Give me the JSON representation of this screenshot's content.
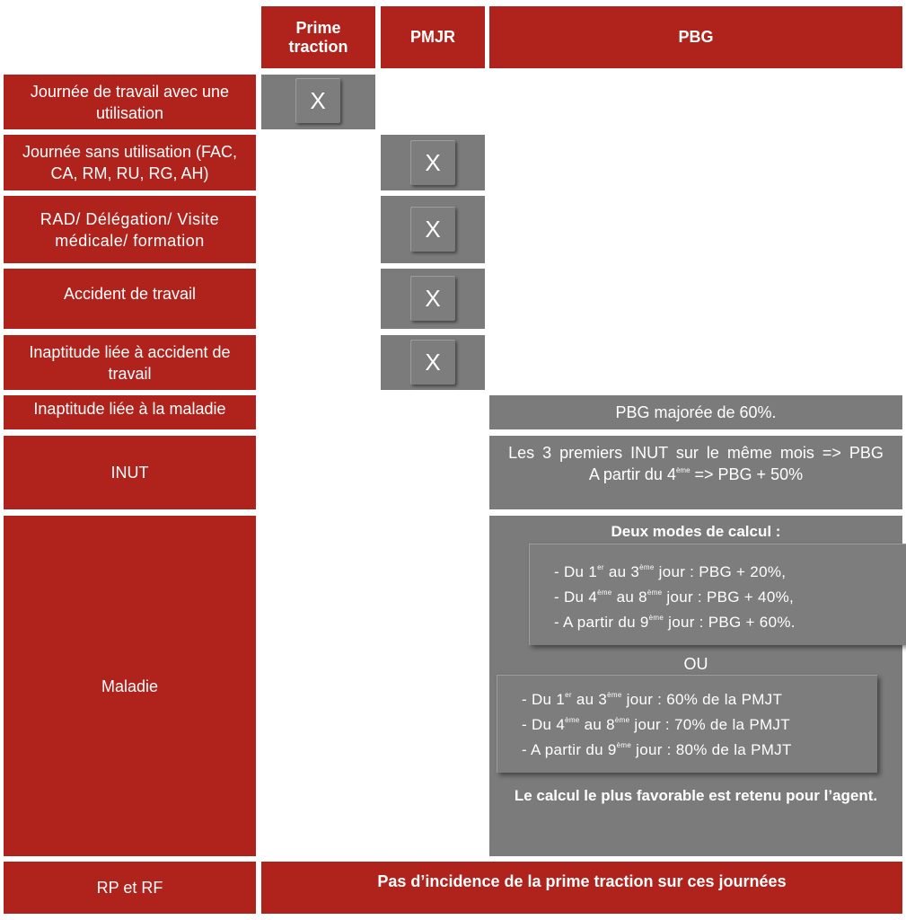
{
  "headers": {
    "prime_traction": "Prime traction",
    "pmjr": "PMJR",
    "pbg": "PBG"
  },
  "rows": [
    {
      "label": "Journée de travail avec une utilisation",
      "mark": "X"
    },
    {
      "label": "Journée sans utilisation (FAC, CA, RM, RU, RG, AH)",
      "mark": "X"
    },
    {
      "label": "RAD/ Délégation/ Visite médicale/ formation",
      "mark": "X"
    },
    {
      "label": "Accident de travail",
      "mark": "X"
    },
    {
      "label": "Inaptitude liée à accident de travail",
      "mark": "X"
    },
    {
      "label": "Inaptitude liée à la maladie",
      "pbg": "PBG majorée de 60%."
    },
    {
      "label": "INUT",
      "pbg_line1": "Les 3 premiers INUT sur le même mois => PBG",
      "pbg_line2_pre": "A partir du 4",
      "pbg_line2_sup": "ème",
      "pbg_line2_post": " => PBG + 50%"
    },
    {
      "label": "Maladie"
    },
    {
      "label": "RP et RF",
      "span_text": "Pas d’incidence de la prime traction sur ces journées"
    }
  ],
  "maladie": {
    "title": "Deux modes de calcul :",
    "mode1": [
      {
        "pre": "- Du 1",
        "sup1": "er",
        "mid": " au 3",
        "sup2": "ème",
        "post": " jour : PBG + 20%,"
      },
      {
        "pre": "- Du 4",
        "sup1": "ème",
        "mid": " au 8",
        "sup2": "ème",
        "post": " jour : PBG + 40%,"
      },
      {
        "pre": "- A partir du 9",
        "sup1": "ème",
        "post": " jour : PBG + 60%."
      }
    ],
    "or": "OU",
    "mode2": [
      {
        "pre": "- Du 1",
        "sup1": "er",
        "mid": " au 3",
        "sup2": "ème",
        "post": " jour : 60% de la PMJT"
      },
      {
        "pre": "- Du 4",
        "sup1": "ème",
        "mid": " au 8",
        "sup2": "ème",
        "post": " jour : 70% de la PMJT"
      },
      {
        "pre": "- A partir du 9",
        "sup1": "ème",
        "post": " jour : 80% de la PMJT"
      }
    ],
    "conclusion": "Le calcul le plus favorable est retenu pour l’agent."
  }
}
